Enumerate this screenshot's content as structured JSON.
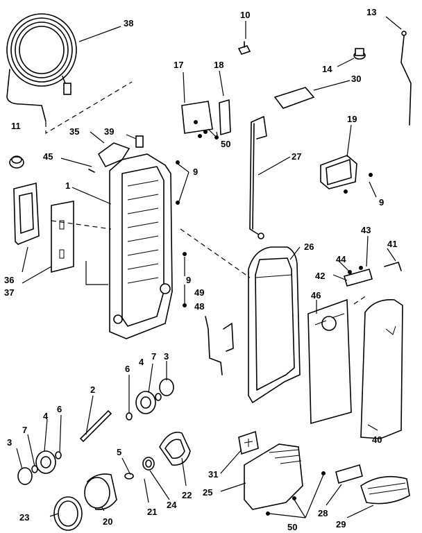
{
  "diagram": {
    "callouts": {
      "c1": "1",
      "c2": "2",
      "c3a": "3",
      "c3b": "3",
      "c4a": "4",
      "c4b": "4",
      "c5": "5",
      "c6a": "6",
      "c6b": "6",
      "c7a": "7",
      "c7b": "7",
      "c9a": "9",
      "c9b": "9",
      "c9c": "9",
      "c10": "10",
      "c11": "11",
      "c13": "13",
      "c14": "14",
      "c17": "17",
      "c18": "18",
      "c19": "19",
      "c20": "20",
      "c21": "21",
      "c22": "22",
      "c23": "23",
      "c24": "24",
      "c25": "25",
      "c26": "26",
      "c27": "27",
      "c28": "28",
      "c29": "29",
      "c30": "30",
      "c31": "31",
      "c35": "35",
      "c36": "36",
      "c37": "37",
      "c38": "38",
      "c39": "39",
      "c40": "40",
      "c41": "41",
      "c42": "42",
      "c43": "43",
      "c44": "44",
      "c45": "45",
      "c46": "46",
      "c48": "48",
      "c49": "49",
      "c50a": "50",
      "c50b": "50"
    }
  }
}
